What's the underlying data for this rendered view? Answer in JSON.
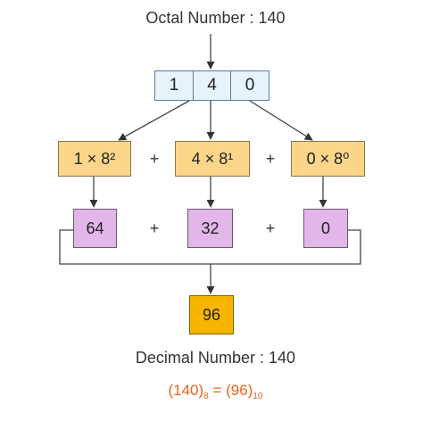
{
  "header": {
    "label": "Octal Number",
    "separator": ":",
    "value": "140"
  },
  "digits": [
    "1",
    "4",
    "0"
  ],
  "terms": [
    {
      "coefficient": "1",
      "times": "×",
      "base": "8",
      "exponent": "²"
    },
    {
      "coefficient": "4",
      "times": "×",
      "base": "8",
      "exponent": "¹"
    },
    {
      "coefficient": "0",
      "times": "×",
      "base": "8",
      "exponent": "⁰"
    }
  ],
  "plus": "+",
  "values": [
    "64",
    "32",
    "0"
  ],
  "result": "96",
  "footer": {
    "label": "Decimal Number",
    "separator": ":",
    "value": "140"
  },
  "formula": {
    "left_number": "(140)",
    "left_base": "8",
    "equals": "=",
    "right_number": "(96)",
    "right_base": "10"
  },
  "colors": {
    "digit_fill": "#e6f3fb",
    "term_fill": "#fbd58a",
    "value_fill": "#e3b6ea",
    "result_fill": "#f7b500",
    "formula_text": "#e8631c"
  }
}
